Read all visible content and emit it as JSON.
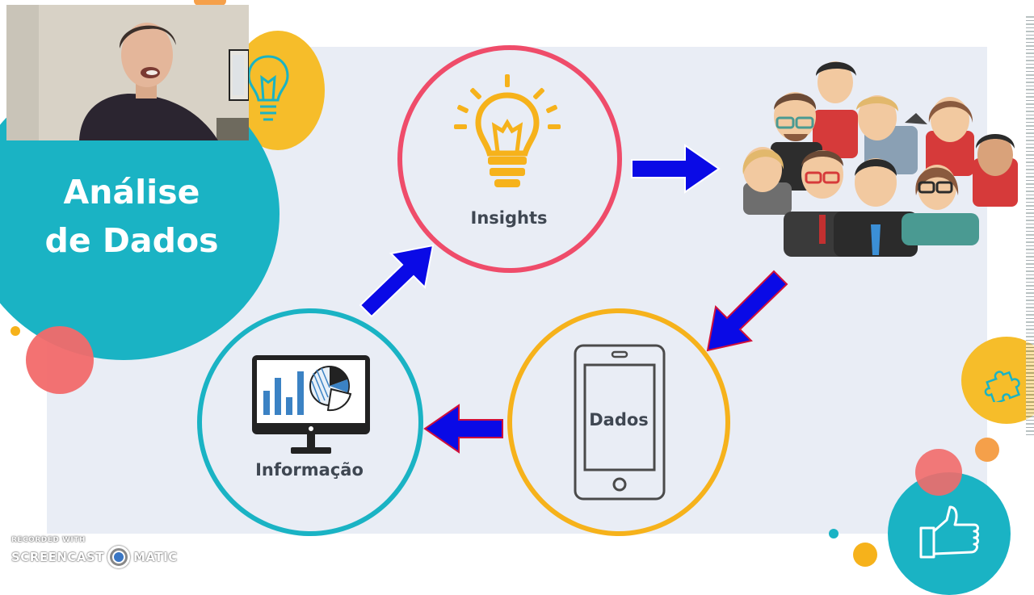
{
  "slide": {
    "title": "Análise de Dados",
    "title_line1": "Análise",
    "title_line2": "de Dados"
  },
  "cycle": {
    "insights_label": "Insights",
    "dados_label": "Dados",
    "informacao_label": "Informação"
  },
  "watermark": {
    "line1": "RECORDED WITH",
    "brand_left": "SCREENCAST",
    "brand_right": "MATIC"
  },
  "colors": {
    "teal": "#1ab3c4",
    "pink_red": "#ef4c6a",
    "orange_yellow": "#f6b21b",
    "coral": "#f26a6a",
    "arrow_blue": "#0a0ae6",
    "panel": "#e9edf5"
  },
  "icons": [
    "lightbulb-icon",
    "people-group-icon",
    "smartphone-icon",
    "monitor-chart-icon",
    "puzzle-icon",
    "thumbs-up-icon"
  ]
}
